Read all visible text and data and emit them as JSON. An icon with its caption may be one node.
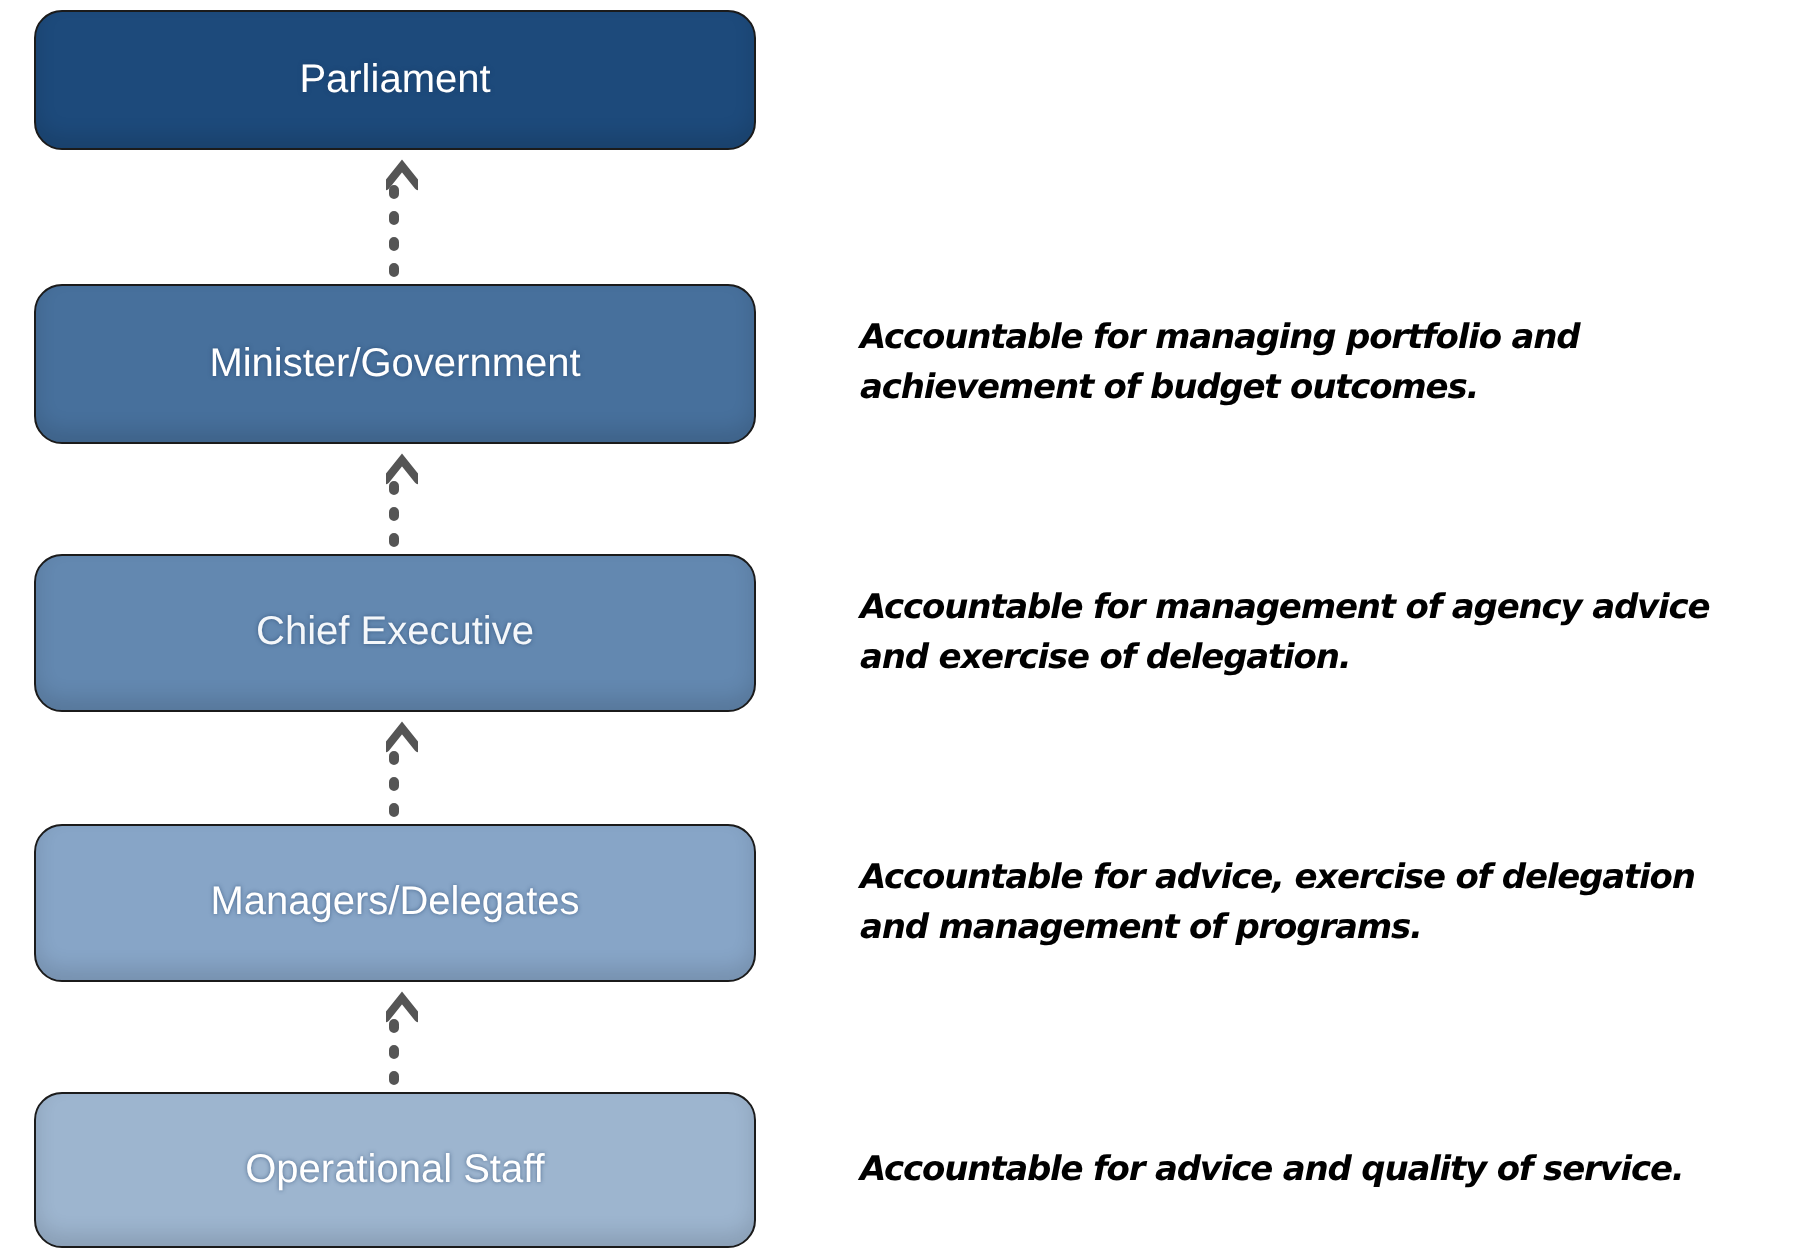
{
  "diagram": {
    "nodes": [
      {
        "text": [
          "Parliament"
        ]
      },
      {
        "text": [
          "Minister/Government"
        ],
        "beside": [
          "Accountable for managing portfolio and achievement of budget outcomes."
        ]
      },
      {
        "text": [
          "Chief Executive"
        ],
        "beside": [
          "Accountable for management of agency advice and exercise of delegation."
        ]
      },
      {
        "text": [
          "Managers/Delegates"
        ],
        "beside": [
          "Accountable for advice, exercise of delegation and management of programs."
        ]
      },
      {
        "text": [
          "Operational Staff"
        ],
        "beside": [
          "Accountable for advice and quality of service."
        ]
      }
    ],
    "edges": [
      {
        "from": 1,
        "to": 0,
        "arrow": "to",
        "style": "dashed"
      },
      {
        "from": 2,
        "to": 1,
        "arrow": "to",
        "style": "dashed"
      },
      {
        "from": 3,
        "to": 2,
        "arrow": "to",
        "style": "dashed"
      },
      {
        "from": 4,
        "to": 3,
        "arrow": "to",
        "style": "dashed"
      }
    ]
  }
}
